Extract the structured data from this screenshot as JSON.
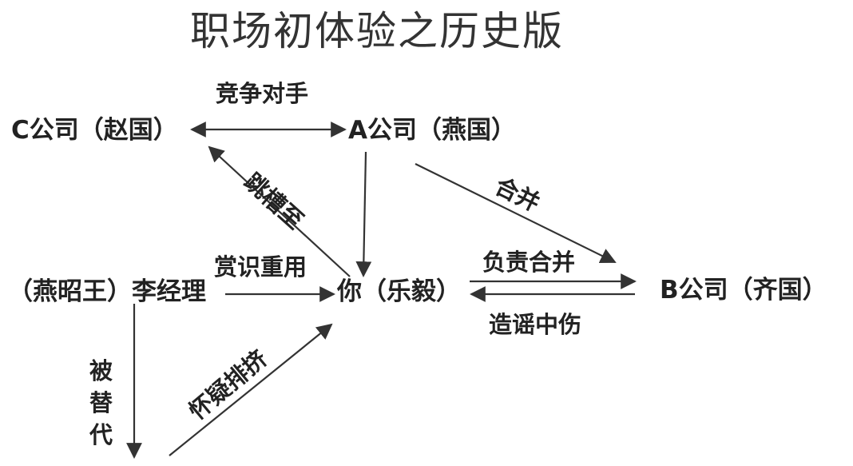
{
  "title": "职场初体验之历史版",
  "nodes": {
    "c_company": "C公司（赵国）",
    "a_company": "A公司（燕国）",
    "b_company": "B公司（齐国）",
    "manager": "（燕昭王）李经理",
    "you": "你（乐毅）"
  },
  "edges": {
    "rival": "竞争对手",
    "jump": "跳槽至",
    "merge": "合并",
    "appreciate": "赏识重用",
    "lead_merge": "负责合并",
    "slander": "造谣中伤",
    "suspect": "怀疑排挤",
    "replaced": [
      "被",
      "替",
      "代"
    ]
  }
}
